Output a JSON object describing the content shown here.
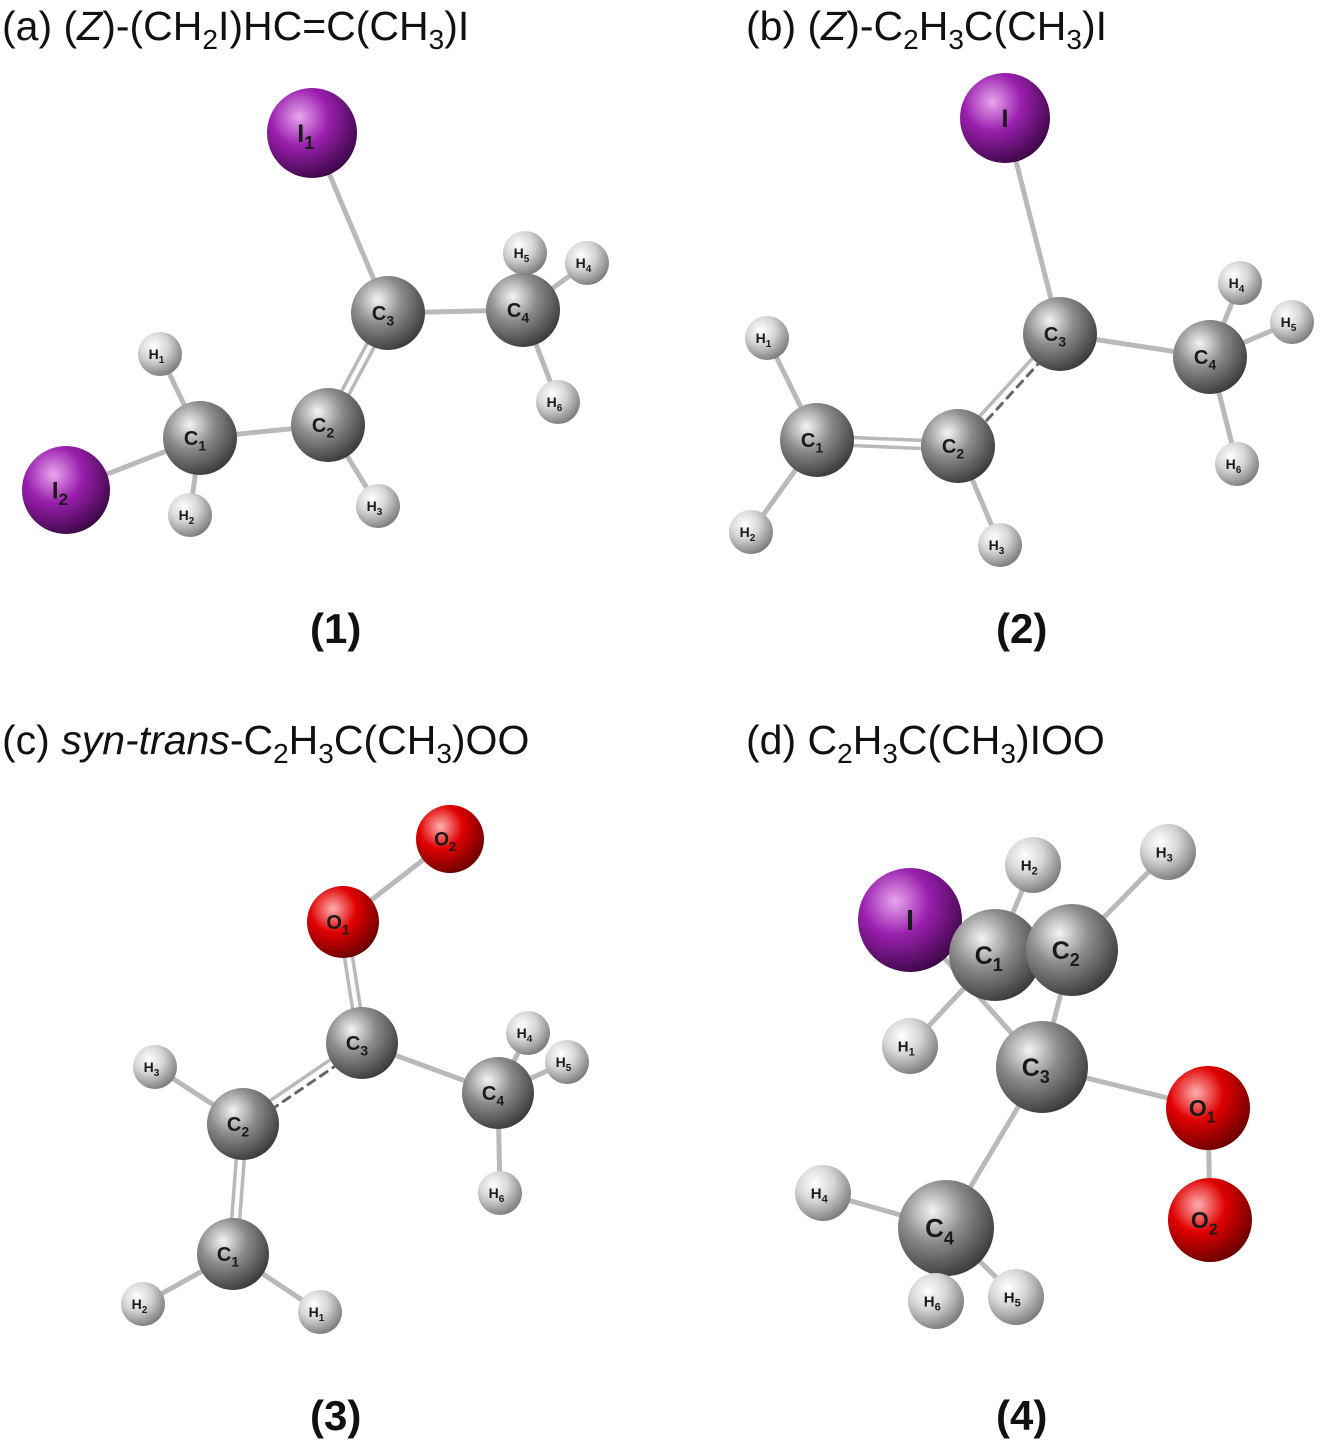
{
  "panels": [
    {
      "id": "a",
      "title": [
        {
          "t": "(a) ("
        },
        {
          "t": "Z",
          "s": "i"
        },
        {
          "t": ")-(CH"
        },
        {
          "t": "2",
          "s": "sub"
        },
        {
          "t": "I)HC=C(CH"
        },
        {
          "t": "3",
          "s": "sub"
        },
        {
          "t": ")I"
        }
      ],
      "number": "(1)",
      "atoms": [
        {
          "id": "I1",
          "el": "I",
          "sym": "I",
          "sub": "1"
        },
        {
          "id": "I2",
          "el": "I",
          "sym": "I",
          "sub": "2"
        },
        {
          "id": "C1",
          "el": "C",
          "sym": "C",
          "sub": "1"
        },
        {
          "id": "C2",
          "el": "C",
          "sym": "C",
          "sub": "2"
        },
        {
          "id": "C3",
          "el": "C",
          "sym": "C",
          "sub": "3"
        },
        {
          "id": "C4",
          "el": "C",
          "sym": "C",
          "sub": "4"
        },
        {
          "id": "H1",
          "el": "H",
          "sym": "H",
          "sub": "1"
        },
        {
          "id": "H2",
          "el": "H",
          "sym": "H",
          "sub": "2"
        },
        {
          "id": "H3",
          "el": "H",
          "sym": "H",
          "sub": "3"
        },
        {
          "id": "H4",
          "el": "H",
          "sym": "H",
          "sub": "4"
        },
        {
          "id": "H5",
          "el": "H",
          "sym": "H",
          "sub": "5"
        },
        {
          "id": "H6",
          "el": "H",
          "sym": "H",
          "sub": "6"
        }
      ],
      "bonds": [
        [
          "I1",
          "C3",
          "single"
        ],
        [
          "C3",
          "C2",
          "double"
        ],
        [
          "C3",
          "C4",
          "single"
        ],
        [
          "C2",
          "C1",
          "single"
        ],
        [
          "C1",
          "I2",
          "single"
        ],
        [
          "C1",
          "H1",
          "single"
        ],
        [
          "C1",
          "H2",
          "single"
        ],
        [
          "C2",
          "H3",
          "single"
        ],
        [
          "C4",
          "H5",
          "single"
        ],
        [
          "C4",
          "H4",
          "single"
        ],
        [
          "C4",
          "H6",
          "single"
        ]
      ]
    },
    {
      "id": "b",
      "title": [
        {
          "t": "(b) ("
        },
        {
          "t": "Z",
          "s": "i"
        },
        {
          "t": ")-C"
        },
        {
          "t": "2",
          "s": "sub"
        },
        {
          "t": "H"
        },
        {
          "t": "3",
          "s": "sub"
        },
        {
          "t": "C(CH"
        },
        {
          "t": "3",
          "s": "sub"
        },
        {
          "t": ")I"
        }
      ],
      "number": "(2)",
      "atoms": [
        {
          "id": "I",
          "el": "I",
          "sym": "I",
          "sub": ""
        },
        {
          "id": "C1",
          "el": "C",
          "sym": "C",
          "sub": "1"
        },
        {
          "id": "C2",
          "el": "C",
          "sym": "C",
          "sub": "2"
        },
        {
          "id": "C3",
          "el": "C",
          "sym": "C",
          "sub": "3"
        },
        {
          "id": "C4",
          "el": "C",
          "sym": "C",
          "sub": "4"
        },
        {
          "id": "H1",
          "el": "H",
          "sym": "H",
          "sub": "1"
        },
        {
          "id": "H2",
          "el": "H",
          "sym": "H",
          "sub": "2"
        },
        {
          "id": "H3",
          "el": "H",
          "sym": "H",
          "sub": "3"
        },
        {
          "id": "H4",
          "el": "H",
          "sym": "H",
          "sub": "4"
        },
        {
          "id": "H5",
          "el": "H",
          "sym": "H",
          "sub": "5"
        },
        {
          "id": "H6",
          "el": "H",
          "sym": "H",
          "sub": "6"
        }
      ],
      "bonds": [
        [
          "I",
          "C3",
          "single"
        ],
        [
          "C3",
          "C2",
          "partial"
        ],
        [
          "C3",
          "C4",
          "single"
        ],
        [
          "C2",
          "C1",
          "double"
        ],
        [
          "C1",
          "H1",
          "single"
        ],
        [
          "C1",
          "H2",
          "single"
        ],
        [
          "C2",
          "H3",
          "single"
        ],
        [
          "C4",
          "H4",
          "single"
        ],
        [
          "C4",
          "H5",
          "single"
        ],
        [
          "C4",
          "H6",
          "single"
        ]
      ]
    },
    {
      "id": "c",
      "title": [
        {
          "t": "(c) "
        },
        {
          "t": "syn-trans",
          "s": "i"
        },
        {
          "t": "-C"
        },
        {
          "t": "2",
          "s": "sub"
        },
        {
          "t": "H"
        },
        {
          "t": "3",
          "s": "sub"
        },
        {
          "t": "C(CH"
        },
        {
          "t": "3",
          "s": "sub"
        },
        {
          "t": ")OO"
        }
      ],
      "number": "(3)",
      "atoms": [
        {
          "id": "O1",
          "el": "O",
          "sym": "O",
          "sub": "1"
        },
        {
          "id": "O2",
          "el": "O",
          "sym": "O",
          "sub": "2"
        },
        {
          "id": "C1",
          "el": "C",
          "sym": "C",
          "sub": "1"
        },
        {
          "id": "C2",
          "el": "C",
          "sym": "C",
          "sub": "2"
        },
        {
          "id": "C3",
          "el": "C",
          "sym": "C",
          "sub": "3"
        },
        {
          "id": "C4",
          "el": "C",
          "sym": "C",
          "sub": "4"
        },
        {
          "id": "H1",
          "el": "H",
          "sym": "H",
          "sub": "1"
        },
        {
          "id": "H2",
          "el": "H",
          "sym": "H",
          "sub": "2"
        },
        {
          "id": "H3",
          "el": "H",
          "sym": "H",
          "sub": "3"
        },
        {
          "id": "H4",
          "el": "H",
          "sym": "H",
          "sub": "4"
        },
        {
          "id": "H5",
          "el": "H",
          "sym": "H",
          "sub": "5"
        },
        {
          "id": "H6",
          "el": "H",
          "sym": "H",
          "sub": "6"
        }
      ],
      "bonds": [
        [
          "O1",
          "O2",
          "single"
        ],
        [
          "O1",
          "C3",
          "double"
        ],
        [
          "C3",
          "C2",
          "partial"
        ],
        [
          "C3",
          "C4",
          "single"
        ],
        [
          "C2",
          "C1",
          "double"
        ],
        [
          "C2",
          "H3",
          "single"
        ],
        [
          "C1",
          "H1",
          "single"
        ],
        [
          "C1",
          "H2",
          "single"
        ],
        [
          "C4",
          "H4",
          "single"
        ],
        [
          "C4",
          "H5",
          "single"
        ],
        [
          "C4",
          "H6",
          "single"
        ]
      ]
    },
    {
      "id": "d",
      "title": [
        {
          "t": "(d) C"
        },
        {
          "t": "2",
          "s": "sub"
        },
        {
          "t": "H"
        },
        {
          "t": "3",
          "s": "sub"
        },
        {
          "t": "C(CH"
        },
        {
          "t": "3",
          "s": "sub"
        },
        {
          "t": ")IOO"
        }
      ],
      "number": "(4)",
      "atoms": [
        {
          "id": "I",
          "el": "I",
          "sym": "I",
          "sub": ""
        },
        {
          "id": "C1",
          "el": "C",
          "sym": "C",
          "sub": "1"
        },
        {
          "id": "C2",
          "el": "C",
          "sym": "C",
          "sub": "2"
        },
        {
          "id": "C3",
          "el": "C",
          "sym": "C",
          "sub": "3"
        },
        {
          "id": "C4",
          "el": "C",
          "sym": "C",
          "sub": "4"
        },
        {
          "id": "O1",
          "el": "O",
          "sym": "O",
          "sub": "1"
        },
        {
          "id": "O2",
          "el": "O",
          "sym": "O",
          "sub": "2"
        },
        {
          "id": "H1",
          "el": "H",
          "sym": "H",
          "sub": "1"
        },
        {
          "id": "H2",
          "el": "H",
          "sym": "H",
          "sub": "2"
        },
        {
          "id": "H3",
          "el": "H",
          "sym": "H",
          "sub": "3"
        },
        {
          "id": "H4",
          "el": "H",
          "sym": "H",
          "sub": "4"
        },
        {
          "id": "H5",
          "el": "H",
          "sym": "H",
          "sub": "5"
        },
        {
          "id": "H6",
          "el": "H",
          "sym": "H",
          "sub": "6"
        }
      ],
      "bonds": [
        [
          "I",
          "C3",
          "single"
        ],
        [
          "C1",
          "C2",
          "single"
        ],
        [
          "C2",
          "C3",
          "single"
        ],
        [
          "C1",
          "H1",
          "single"
        ],
        [
          "C1",
          "H2",
          "single"
        ],
        [
          "C2",
          "H3",
          "single"
        ],
        [
          "C3",
          "O1",
          "single"
        ],
        [
          "O1",
          "O2",
          "single"
        ],
        [
          "C3",
          "C4",
          "single"
        ],
        [
          "C4",
          "H4",
          "single"
        ],
        [
          "C4",
          "H5",
          "single"
        ],
        [
          "C4",
          "H6",
          "single"
        ]
      ]
    }
  ],
  "element_colors": {
    "I": [
      "#e8a6ee",
      "#9a1fae",
      "#3d0747"
    ],
    "C": [
      "#f4f4f4",
      "#8c8c8c",
      "#3a3a3a"
    ],
    "H": [
      "#ffffff",
      "#d6d6d6",
      "#7a7a7a"
    ],
    "O": [
      "#ffb0b0",
      "#e00000",
      "#6a0000"
    ]
  },
  "bond_color": "#b9b9b9"
}
